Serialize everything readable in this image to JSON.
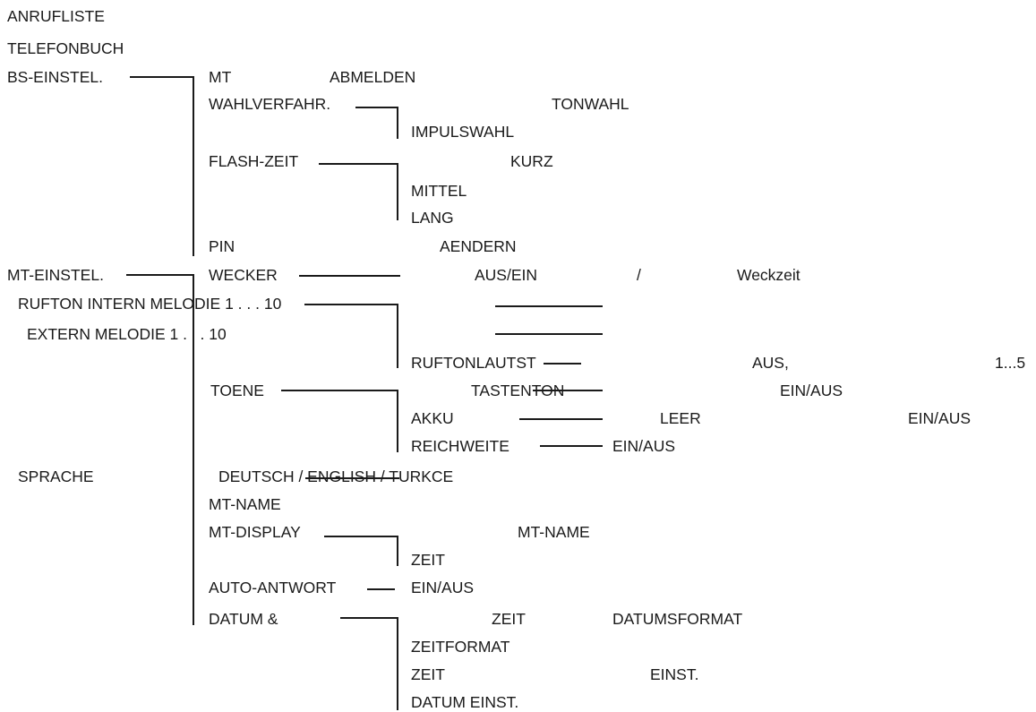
{
  "menu": {
    "level1": {
      "anrufliste": "ANRUFLISTE",
      "telefonbuch": "TELEFONBUCH",
      "bs_einstel": "BS-EINSTEL.",
      "mt_einstel": "MT-EINSTEL.",
      "rufton": "RUFTON INTERN MELODIE 1 . . . 10",
      "extern": "EXTERN MELODIE 1 . . . 10",
      "sprache": "SPRACHE"
    },
    "bs": {
      "mt": "MT",
      "abmelden": "ABMELDEN",
      "wahlverfahr": "WAHLVERFAHR.",
      "tonwahl": "TONWAHL",
      "impulswahl": "IMPULSWAHL",
      "flash_zeit": "FLASH-ZEIT",
      "kurz": "KURZ",
      "mittel": "MITTEL",
      "lang": "LANG",
      "pin": "PIN",
      "aendern": "AENDERN"
    },
    "mt": {
      "wecker": "WECKER",
      "aus_ein": "AUS/EIN",
      "slash": "/",
      "weckzeit": "Weckzeit",
      "ruftonlautst": "RUFTONLAUTST",
      "aus_comma": "AUS,",
      "range": "1...5",
      "toene": "TOENE",
      "tastenton": "TASTENTON",
      "tastenton_value": "EIN/AUS",
      "akku": "AKKU",
      "leer": "LEER",
      "akku_value": "EIN/AUS",
      "reichweite": "REICHWEITE",
      "reichweite_value": "EIN/AUS",
      "languages": "DEUTSCH / ENGLISH / TURKCE",
      "mt_name": "MT-NAME",
      "mt_display": "MT-DISPLAY",
      "display_mt_name": "MT-NAME",
      "display_zeit": "ZEIT",
      "auto_antwort": "AUTO-ANTWORT",
      "auto_antwort_value": "EIN/AUS",
      "datum": "DATUM &",
      "datum_zeit": "ZEIT",
      "datumsformat": "DATUMSFORMAT",
      "zeitformat": "ZEITFORMAT",
      "zeit": "ZEIT",
      "einst": "EINST.",
      "datum_einst": "DATUM EINST."
    }
  }
}
